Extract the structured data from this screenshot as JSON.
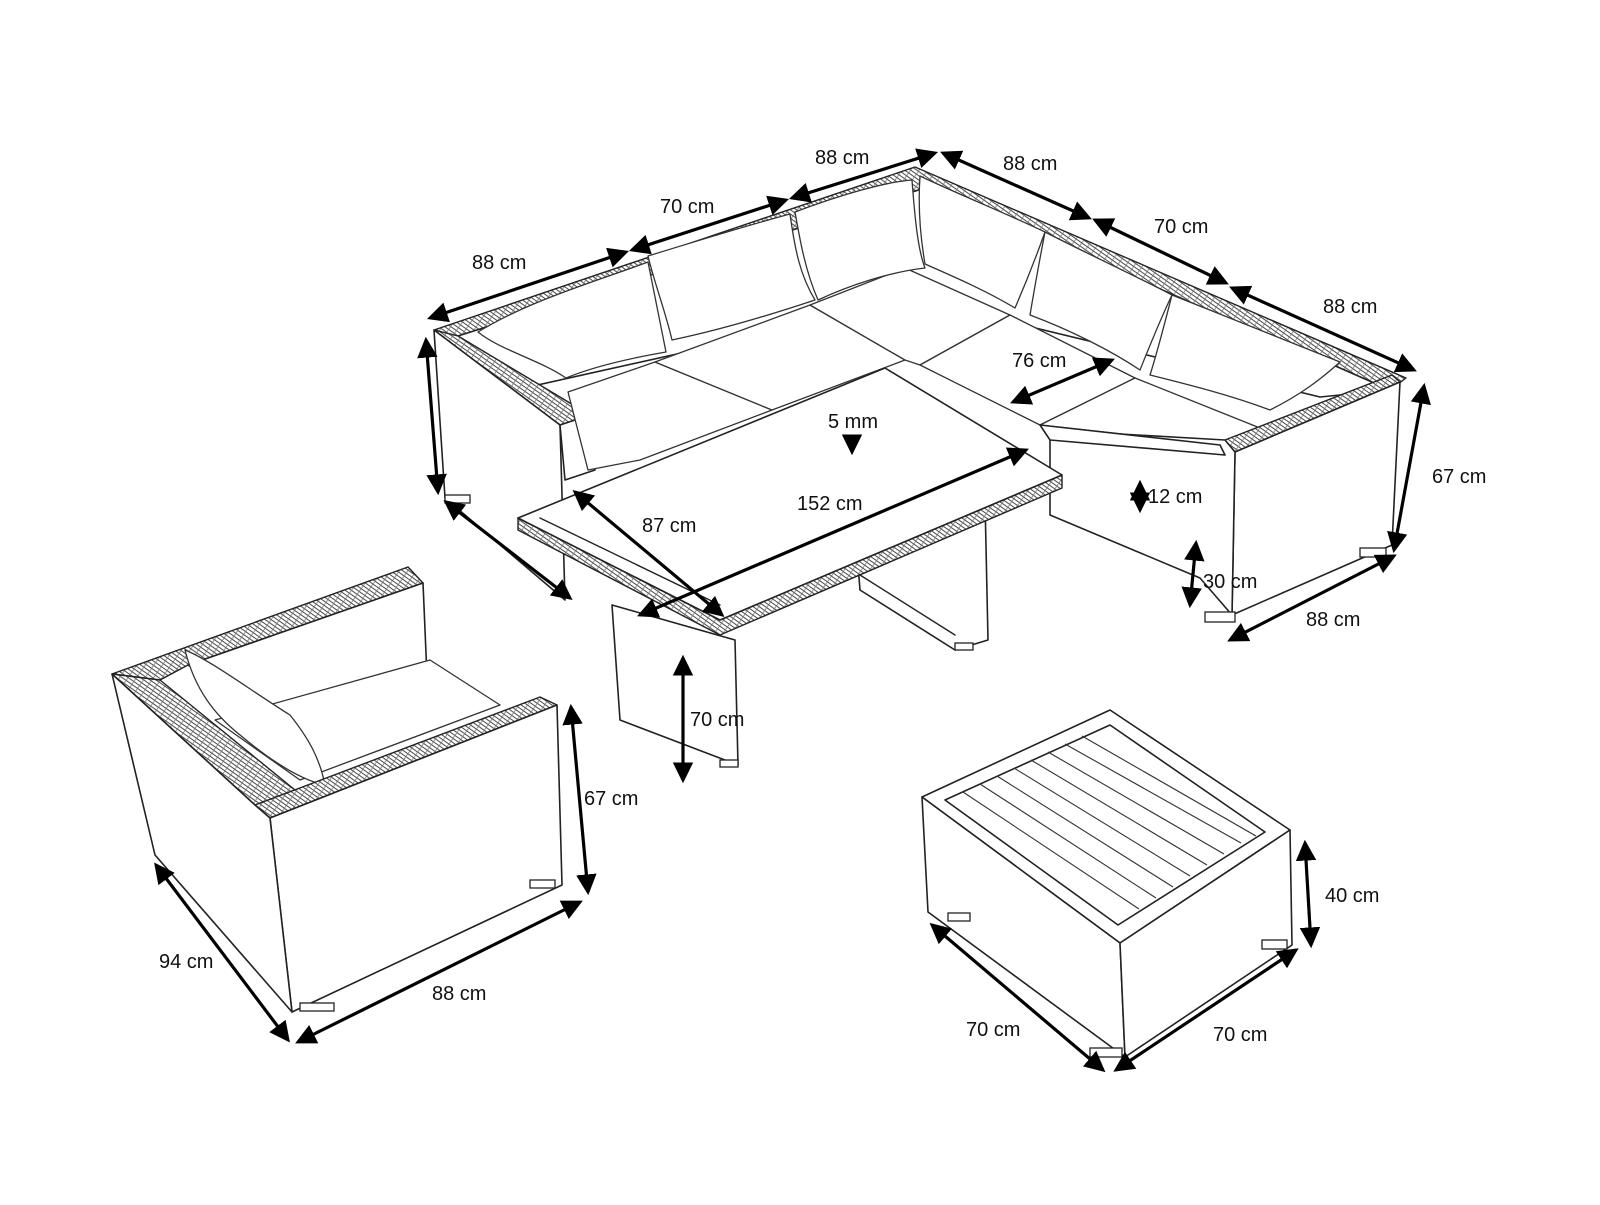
{
  "colors": {
    "line": "#222222",
    "arrow": "#000000",
    "background": "#ffffff"
  },
  "dimensions": {
    "sofa_left_width": "88 cm",
    "sofa_middle_width": "70 cm",
    "sofa_corner_left": "88 cm",
    "sofa_corner_right": "88 cm",
    "sofa_right_middle": "70 cm",
    "sofa_right_width": "88 cm",
    "seat_depth": "76 cm",
    "glass_thickness": "5 mm",
    "table_length": "152 cm",
    "table_width": "87 cm",
    "cushion_height": "12 cm",
    "sofa_height": "67 cm",
    "seat_height": "30 cm",
    "sofa_depth": "88 cm",
    "table_height": "70 cm",
    "armchair_height": "67 cm",
    "armchair_depth": "94 cm",
    "armchair_width": "88 cm",
    "stool_height": "40 cm",
    "stool_depth": "70 cm",
    "stool_width": "70 cm"
  }
}
